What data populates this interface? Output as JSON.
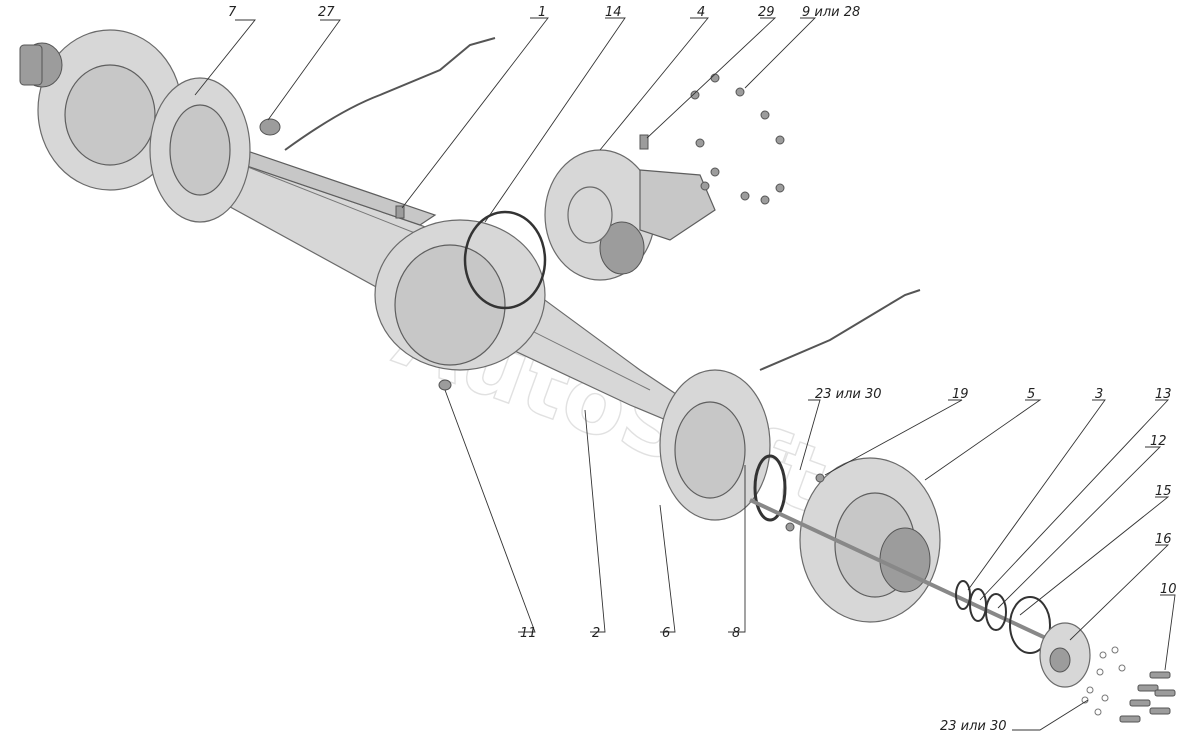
{
  "watermark": "AutoSoft",
  "callouts": [
    {
      "id": "c7",
      "text": "7"
    },
    {
      "id": "c27",
      "text": "27"
    },
    {
      "id": "c1",
      "text": "1"
    },
    {
      "id": "c14",
      "text": "14"
    },
    {
      "id": "c4",
      "text": "4"
    },
    {
      "id": "c29",
      "text": "29"
    },
    {
      "id": "c9",
      "text": "9 или 28"
    },
    {
      "id": "c23a",
      "text": "23 или 30"
    },
    {
      "id": "c19",
      "text": "19"
    },
    {
      "id": "c5",
      "text": "5"
    },
    {
      "id": "c3",
      "text": "3"
    },
    {
      "id": "c13",
      "text": "13"
    },
    {
      "id": "c12",
      "text": "12"
    },
    {
      "id": "c15",
      "text": "15"
    },
    {
      "id": "c16",
      "text": "16"
    },
    {
      "id": "c10",
      "text": "10"
    },
    {
      "id": "c23b",
      "text": "23 или 30"
    },
    {
      "id": "c11",
      "text": "11"
    },
    {
      "id": "c2",
      "text": "2"
    },
    {
      "id": "c6",
      "text": "6"
    },
    {
      "id": "c8",
      "text": "8"
    }
  ]
}
